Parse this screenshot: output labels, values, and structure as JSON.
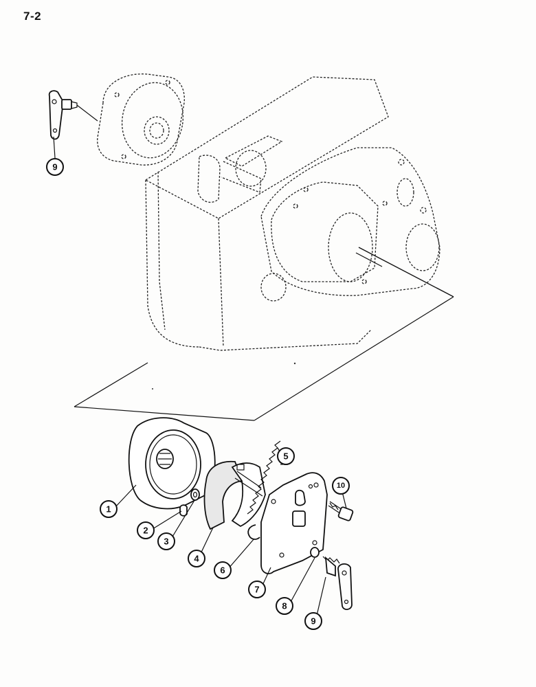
{
  "page": {
    "number": "7-2"
  },
  "callouts": [
    {
      "id": "c9a",
      "label": "9"
    },
    {
      "id": "c1",
      "label": "1"
    },
    {
      "id": "c2",
      "label": "2"
    },
    {
      "id": "c3",
      "label": "3"
    },
    {
      "id": "c4",
      "label": "4"
    },
    {
      "id": "c5",
      "label": "5"
    },
    {
      "id": "c6",
      "label": "6"
    },
    {
      "id": "c7",
      "label": "7"
    },
    {
      "id": "c8",
      "label": "8"
    },
    {
      "id": "c9b",
      "label": "9"
    },
    {
      "id": "c10",
      "label": "10"
    }
  ]
}
